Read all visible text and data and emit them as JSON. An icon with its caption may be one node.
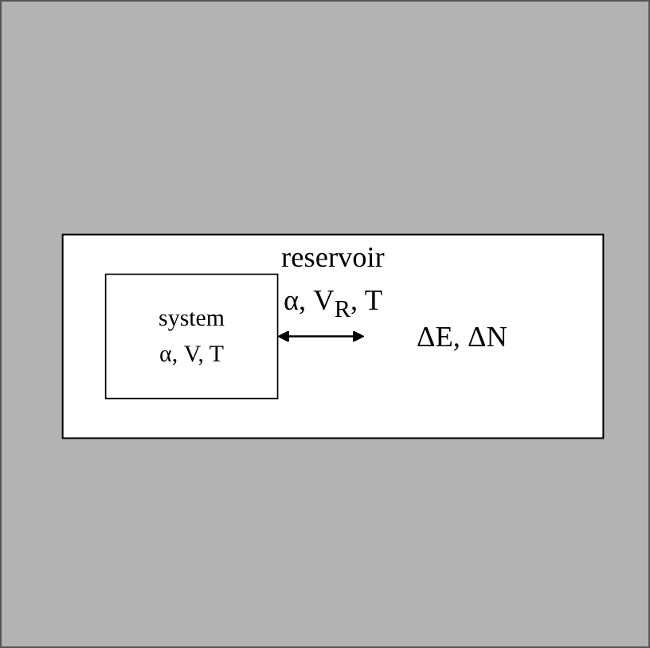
{
  "diagram": {
    "nodes": [
      {
        "text": [
          "reservoir",
          "α, V$_{R}$, T"
        ]
      },
      {
        "text": [
          "system",
          "α, V, T"
        ],
        "in": 0
      },
      {
        "text": [
          "ΔE, ΔN"
        ],
        "in": 0
      }
    ],
    "edges": [
      {
        "from": 1,
        "to": 2,
        "arrow": "both"
      }
    ]
  }
}
